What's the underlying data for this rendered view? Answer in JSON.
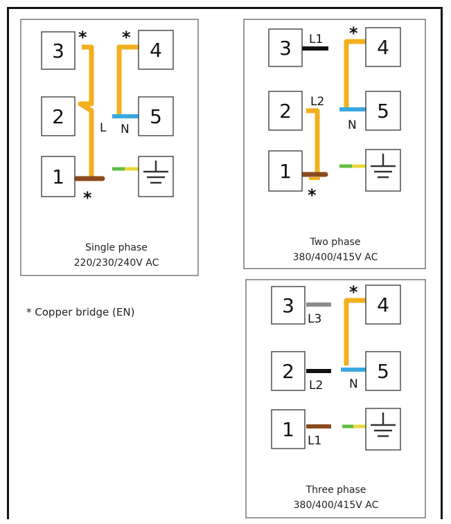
{
  "note": "* Copper bridge (EN)",
  "panels": {
    "single": {
      "terminals": [
        "1",
        "2",
        "3",
        "4",
        "5"
      ],
      "star": "*",
      "label_l": "L",
      "label_n": "N",
      "title": "Single phase",
      "voltage": "220/230/240V AC"
    },
    "two": {
      "terminals": [
        "1",
        "2",
        "3",
        "4",
        "5"
      ],
      "star": "*",
      "label_l1": "L1",
      "label_l2": "L2",
      "label_n": "N",
      "title": "Two phase",
      "voltage": "380/400/415V AC"
    },
    "three": {
      "terminals": [
        "1",
        "2",
        "3",
        "4",
        "5"
      ],
      "star": "*",
      "label_l1": "L1",
      "label_l2": "L2",
      "label_l3": "L3",
      "label_n": "N",
      "title": "Three phase",
      "voltage": "380/400/415V AC"
    }
  },
  "colors": {
    "bridge": "#f2b01e",
    "neutral": "#3aa8e0",
    "earth_green": "#5fbf3f",
    "earth_yellow": "#e8d83a",
    "brown": "#8b4a1c",
    "black": "#111111",
    "grey": "#8c8c8c"
  }
}
